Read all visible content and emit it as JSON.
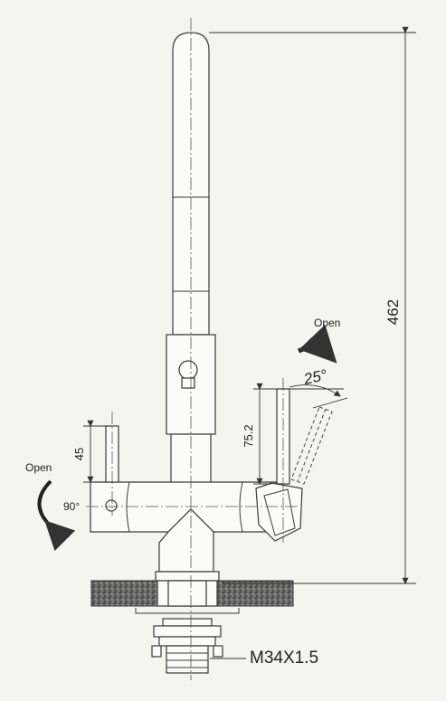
{
  "dimensions": {
    "total_height": "462",
    "side_handle_height": "75.2",
    "front_handle_height": "45",
    "side_handle_angle": "25°",
    "front_handle_rotation": "90°",
    "thread": "M34X1.5"
  },
  "labels": {
    "open_side": "Open",
    "open_front": "Open"
  },
  "colors": {
    "line": "#3a3a3a",
    "paper": "#f4f4f1",
    "countertop": "#555555"
  }
}
